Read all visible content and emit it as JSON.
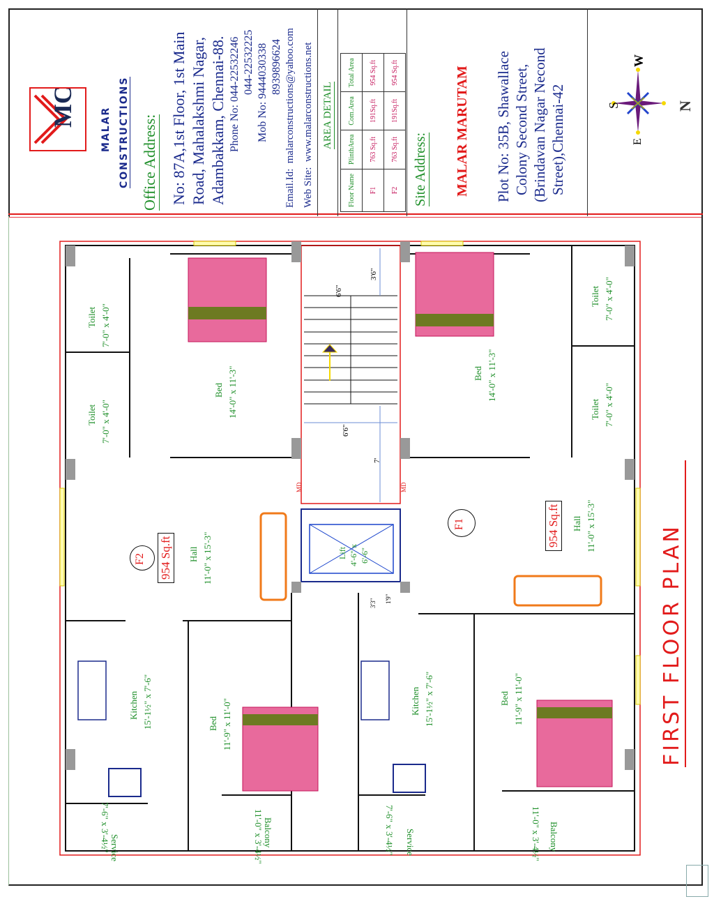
{
  "company": {
    "name_line1": "MALAR",
    "name_line2": "CONSTRUCTIONS",
    "logo_text": "MC",
    "colors": {
      "brand_blue": "#1a2a8c",
      "accent_red": "#e21b1b",
      "label_green": "#1f8f2a"
    }
  },
  "office": {
    "heading": "Office Address:",
    "address_line1": "No: 87A,1st Floor, 1st Main",
    "address_line2": "Road, Mahalakshmi  Nagar,",
    "address_line3": "Adambakkam, Chennai-88.",
    "phone_label": "Phone No: 044-22532246",
    "phone_2": "044-22532225",
    "mobile_label": "Mob No: 9444030338",
    "mobile_2": "8939896624",
    "email_label": "Email.Id:",
    "email": "malarconstructions@yahoo.com",
    "website_label": "Web Site:",
    "website": "www.malarconstructions.net"
  },
  "area_detail": {
    "title": "AREA DETAIL",
    "headers": [
      "Floor Name",
      "PlinthArea",
      "Com.Area",
      "Total Area"
    ],
    "rows": [
      [
        "F1",
        "763 Sq.ft",
        "191Sq.ft",
        "954 Sq.ft"
      ],
      [
        "F2",
        "763 Sq.ft",
        "191Sq.ft",
        "954 Sq.ft"
      ]
    ]
  },
  "site": {
    "heading": "Site Address:",
    "project_name": "MALAR MARUTAM",
    "line1": "Plot No:  35B,   Shawallace",
    "line2": "Colony   Second   Street,",
    "line3": "(Brindavan Nagar Necond",
    "line4": "Street),Chennai-42"
  },
  "compass": {
    "north": "N",
    "south": "S",
    "east": "E",
    "west": "W"
  },
  "plan": {
    "title": "FIRST FLOOR PLAN",
    "units": [
      {
        "id": "F2",
        "area_badge": "954 Sq.ft",
        "rooms": {
          "toilet_a": {
            "name": "Toilet",
            "size": "7'-0\" x 4'-0\""
          },
          "toilet_b": {
            "name": "Toilet",
            "size": "7'-0\" x 4'-0\""
          },
          "master_bed": {
            "name": "Bed",
            "size": "14'-0\" x 11'-3\""
          },
          "hall": {
            "name": "Hall",
            "size": "11'-0\" x 15'-3\""
          },
          "kitchen": {
            "name": "Kitchen",
            "size": "15'-1½\" x 7'-6\""
          },
          "bed2": {
            "name": "Bed",
            "size": "11'-9\" x 11'-0\""
          },
          "service": {
            "name": "Service",
            "size": "7'-6\" x 3'-4½\""
          },
          "balcony": {
            "name": "Balcony",
            "size": "11'-0\" x 3'-4½\""
          }
        }
      },
      {
        "id": "F1",
        "area_badge": "954 Sq.ft",
        "rooms": {
          "toilet_a": {
            "name": "Toilet",
            "size": "7'-0\" x 4'-0\""
          },
          "toilet_b": {
            "name": "Toilet",
            "size": "7'-0\" x 4'-0\""
          },
          "master_bed": {
            "name": "Bed",
            "size": "14'-0\" x 11'-3\""
          },
          "hall": {
            "name": "Hall",
            "size": "11'-0\" x 15'-3\""
          },
          "kitchen": {
            "name": "Kitchen",
            "size": "15'-1½\" x 7'-6\""
          },
          "bed2": {
            "name": "Bed",
            "size": "11'-9\" x 11'-0\""
          },
          "service": {
            "name": "Service",
            "size": "7'-6\" x 3'-4½\""
          },
          "balcony": {
            "name": "Balcony",
            "size": "11'-0\" x 3'-4½\""
          }
        }
      }
    ],
    "stair": {
      "width_top": "6'6\"",
      "landing": "3'6\"",
      "width_bottom": "6'6\"",
      "lobby": "7'"
    },
    "lift": {
      "name": "Lift",
      "size_a": "4'-6\" x",
      "size_b": "6'-6\""
    },
    "duct": {
      "a": "3'3\"",
      "b": "1'9\""
    },
    "main_door": "MD"
  }
}
